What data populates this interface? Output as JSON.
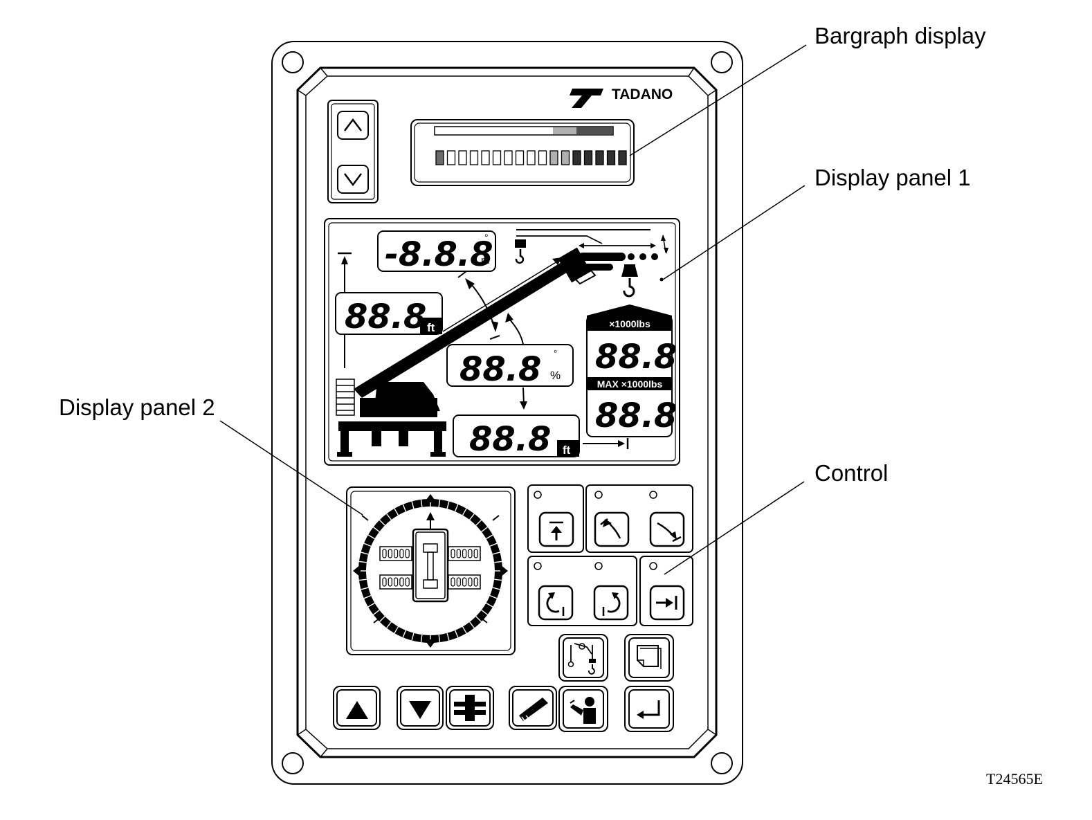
{
  "callouts": {
    "bargraph": "Bargraph display",
    "panel1": "Display panel 1",
    "panel2": "Display panel 2",
    "control": "Control"
  },
  "figure_id": "T24565E",
  "brand": "TADANO",
  "panel1": {
    "angle_value": "-8.8.8",
    "angle_unit_top": "°",
    "angle_unit_bottom": "m",
    "height_value": "88.8",
    "height_unit": "ft",
    "boom_angle_value": "88.8",
    "boom_angle_unit_top": "°",
    "boom_angle_unit_bottom": "%",
    "radius_value": "88.8",
    "radius_unit": "ft",
    "load_label": "×1000lbs",
    "load_value": "88.8",
    "max_label": "MAX ×1000lbs",
    "max_value": "88.8"
  },
  "bargraph": {
    "segments": 17,
    "colors": {
      "outline": "#000000",
      "light": "#b0b0b0",
      "mid": "#6a6a6a",
      "dark": "#303030"
    }
  },
  "icons": {
    "scroll_up": "chevron-up-icon",
    "scroll_down": "chevron-down-icon",
    "height_limit": "boom-height-limit-icon",
    "angle_upper": "boom-angle-upper-icon",
    "angle_lower": "boom-angle-lower-icon",
    "swing_left": "swing-left-limit-icon",
    "swing_right": "swing-right-limit-icon",
    "radius_limit": "working-radius-limit-icon",
    "hook_select": "hook-selection-icon",
    "page": "page-icon",
    "up": "triangle-up-icon",
    "down": "triangle-down-icon",
    "outrigger": "outrigger-icon",
    "boom": "boom-icon",
    "operator": "operator-icon",
    "enter": "enter-icon"
  }
}
